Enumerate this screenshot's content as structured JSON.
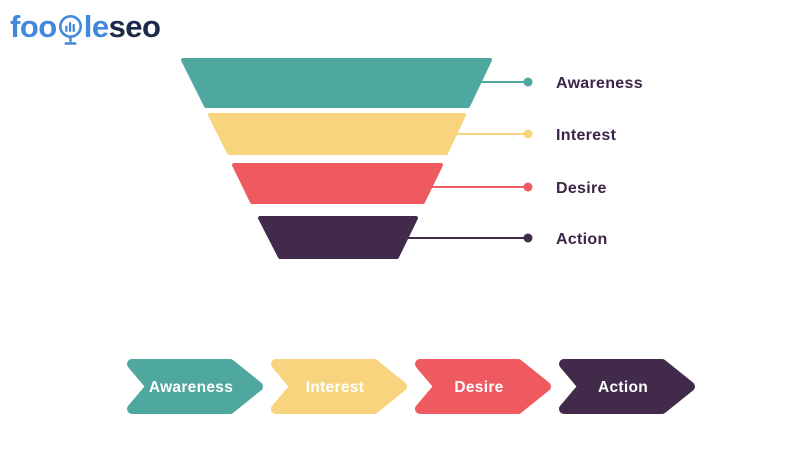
{
  "logo": {
    "text_blue_start": "foo",
    "icon": "globe-bar-chart",
    "text_blue_end": "le",
    "text_dark": "seo",
    "blue_color": "#4288DD",
    "dark_color": "#1C2B4A"
  },
  "funnel": {
    "label_color": "#3C2547",
    "stages": [
      {
        "label": "Awareness",
        "color": "#4FA8A0"
      },
      {
        "label": "Interest",
        "color": "#F9D47E"
      },
      {
        "label": "Desire",
        "color": "#EE5A5F"
      },
      {
        "label": "Action",
        "color": "#422B4A"
      }
    ]
  },
  "process_arrows": {
    "text_color": "#FFFFFF",
    "steps": [
      {
        "label": "Awareness",
        "color": "#4FA8A0"
      },
      {
        "label": "Interest",
        "color": "#F9D47E"
      },
      {
        "label": "Desire",
        "color": "#EE5A5F"
      },
      {
        "label": "Action",
        "color": "#422B4A"
      }
    ]
  }
}
